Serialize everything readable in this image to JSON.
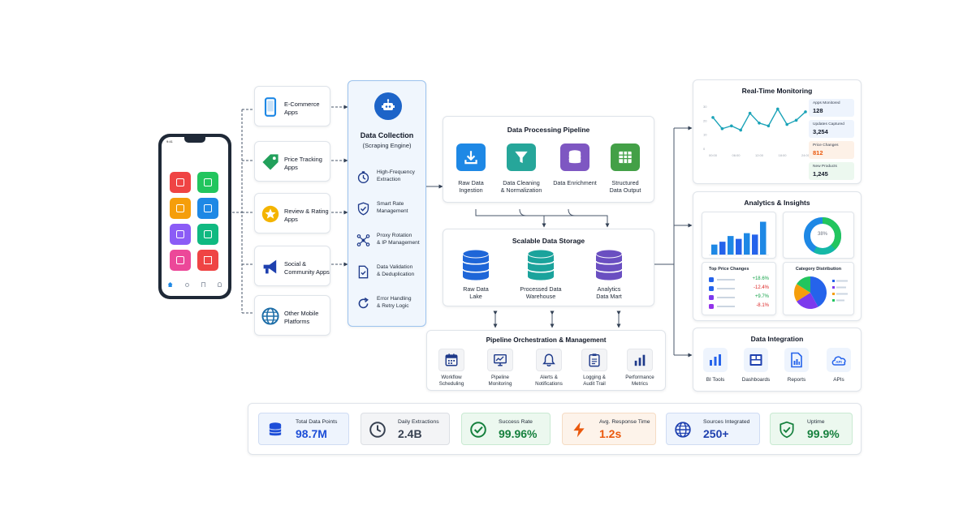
{
  "sources": [
    {
      "line1": "E-Commerce",
      "line2": "Apps",
      "icon": "smartphone-icon"
    },
    {
      "line1": "Price Tracking",
      "line2": "Apps",
      "icon": "price-tag-icon"
    },
    {
      "line1": "Review & Rating",
      "line2": "Apps",
      "icon": "star-badge-icon"
    },
    {
      "line1": "Social &",
      "line2": "Community Apps",
      "icon": "megaphone-icon"
    },
    {
      "line1": "Other Mobile",
      "line2": "Platforms",
      "icon": "globe-icon"
    }
  ],
  "phone": {
    "time": "9:41"
  },
  "collection": {
    "title": "Data Collection",
    "subtitle": "(Scraping Engine)",
    "features": [
      {
        "line1": "High-Frequency",
        "line2": "Extraction",
        "icon": "timer-icon"
      },
      {
        "line1": "Smart Rate",
        "line2": "Management",
        "icon": "shield-check-icon"
      },
      {
        "line1": "Proxy Rotation",
        "line2": "& IP Management",
        "icon": "network-nodes-icon"
      },
      {
        "line1": "Data Validation",
        "line2": "& Deduplication",
        "icon": "document-check-icon"
      },
      {
        "line1": "Error Handling",
        "line2": "& Retry Logic",
        "icon": "retry-icon"
      }
    ]
  },
  "pipeline": {
    "title": "Data Processing Pipeline",
    "steps": [
      {
        "line1": "Raw Data",
        "line2": "Ingestion",
        "icon": "download-tray-icon",
        "color": "#1e88e5"
      },
      {
        "line1": "Data Cleaning",
        "line2": "& Normalization",
        "icon": "filter-icon",
        "color": "#26a69a"
      },
      {
        "line1": "Data Enrichment",
        "line2": "",
        "icon": "database-icon",
        "color": "#7e57c2"
      },
      {
        "line1": "Structured",
        "line2": "Data Output",
        "icon": "table-grid-icon",
        "color": "#43a047"
      }
    ]
  },
  "storage": {
    "title": "Scalable Data Storage",
    "items": [
      {
        "line1": "Raw Data",
        "line2": "Lake",
        "color": "#1e66d8"
      },
      {
        "line1": "Processed Data",
        "line2": "Warehouse",
        "color": "#1ba39c"
      },
      {
        "line1": "Analytics",
        "line2": "Data Mart",
        "color": "#6a4fc1"
      }
    ]
  },
  "orchestration": {
    "title": "Pipeline Orchestration & Management",
    "items": [
      {
        "line1": "Workflow",
        "line2": "Scheduling",
        "icon": "calendar-icon"
      },
      {
        "line1": "Pipeline",
        "line2": "Monitoring",
        "icon": "monitor-chart-icon"
      },
      {
        "line1": "Alerts &",
        "line2": "Notifications",
        "icon": "bell-icon"
      },
      {
        "line1": "Logging &",
        "line2": "Audit Trail",
        "icon": "clipboard-icon"
      },
      {
        "line1": "Performance",
        "line2": "Metrics",
        "icon": "bar-chart-icon"
      }
    ]
  },
  "monitoring": {
    "title": "Real-Time Monitoring",
    "y_ticks": [
      "30",
      "20",
      "10",
      "0"
    ],
    "x_ticks": [
      "00:00",
      "06:00",
      "12:00",
      "18:00",
      "24:00"
    ],
    "series": [
      22,
      14,
      16,
      13,
      25,
      18,
      16,
      28,
      17,
      20,
      26
    ],
    "stats": [
      {
        "label": "Apps Monitored",
        "value": "128",
        "color": "#1e88e5"
      },
      {
        "label": "Updates Captured",
        "value": "3,254",
        "color": "#1e88e5"
      },
      {
        "label": "Price Changes",
        "value": "812",
        "color": "#ea580c"
      },
      {
        "label": "New Products",
        "value": "1,245",
        "color": "#16a34a"
      }
    ]
  },
  "analytics": {
    "title": "Analytics & Insights",
    "bars": [
      14,
      18,
      26,
      22,
      30,
      28,
      46
    ],
    "donut_label": "38%",
    "donut_percent": 38,
    "price_changes": {
      "title": "Top Price Changes",
      "rows": [
        {
          "value": "+18.6%",
          "color": "#16a34a",
          "dot": "#2563eb"
        },
        {
          "value": "-12.4%",
          "color": "#dc2626",
          "dot": "#2563eb"
        },
        {
          "value": "+9.7%",
          "color": "#16a34a",
          "dot": "#7c3aed"
        },
        {
          "value": "-8.1%",
          "color": "#dc2626",
          "dot": "#9333ea"
        }
      ]
    },
    "category": {
      "title": "Category Distribution",
      "slices": [
        42,
        24,
        18,
        16
      ]
    }
  },
  "integration": {
    "title": "Data Integration",
    "items": [
      {
        "label": "BI Tools",
        "icon": "bi-tools-icon"
      },
      {
        "label": "Dashboards",
        "icon": "dashboard-icon"
      },
      {
        "label": "Reports",
        "icon": "report-icon"
      },
      {
        "label": "APIs",
        "icon": "api-cloud-icon"
      }
    ]
  },
  "kpis": [
    {
      "label": "Total Data Points",
      "value": "98.7M",
      "icon": "database-icon",
      "bg": "#eef4fd",
      "fg": "#1d4ed8",
      "border": "#cfdcf3"
    },
    {
      "label": "Daily Extractions",
      "value": "2.4B",
      "icon": "clock-icon",
      "bg": "#f3f4f6",
      "fg": "#374151",
      "border": "#dcdfe4"
    },
    {
      "label": "Success Rate",
      "value": "99.96%",
      "icon": "check-circle-icon",
      "bg": "#ecf8ef",
      "fg": "#15803d",
      "border": "#c9ead2"
    },
    {
      "label": "Avg. Response Time",
      "value": "1.2s",
      "icon": "lightning-icon",
      "bg": "#fdf3ea",
      "fg": "#ea580c",
      "border": "#f5dcc4"
    },
    {
      "label": "Sources Integrated",
      "value": "250+",
      "icon": "globe-icon",
      "bg": "#eef4fd",
      "fg": "#1e40af",
      "border": "#cfdcf3"
    },
    {
      "label": "Uptime",
      "value": "99.9%",
      "icon": "shield-check-icon",
      "bg": "#ecf8ef",
      "fg": "#15803d",
      "border": "#c9ead2"
    }
  ]
}
